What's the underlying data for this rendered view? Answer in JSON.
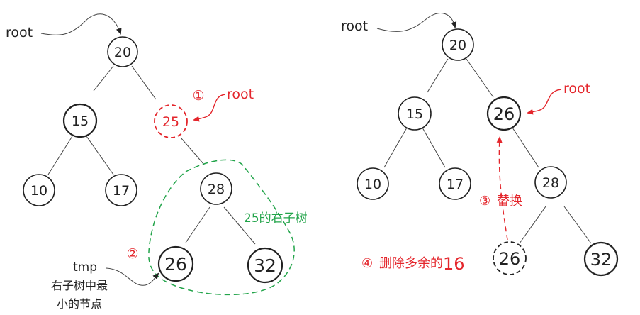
{
  "colors": {
    "red": "#e4262c",
    "green": "#22a44a",
    "dark": "#222222"
  },
  "left_tree": {
    "root_label": "root",
    "nodes": {
      "n20": "20",
      "n15": "15",
      "n25": "25",
      "n10": "10",
      "n17": "17",
      "n28": "28",
      "n26": "26",
      "n32": "32"
    },
    "step1": {
      "marker": "①",
      "label": "root"
    },
    "step2": {
      "marker": "②",
      "label": "tmp",
      "desc_line1": "右子树中最",
      "desc_line2": "小的节点"
    },
    "subtree_label": "25的右子树"
  },
  "right_tree": {
    "root_label": "root",
    "nodes": {
      "n20": "20",
      "n15": "15",
      "n26": "26",
      "n10": "10",
      "n17": "17",
      "n28": "28",
      "n26_old": "26",
      "n32": "32"
    },
    "pointer_label": "root",
    "step3": {
      "marker": "③",
      "label": "替换"
    },
    "step4": {
      "marker": "④",
      "label": "删除多余的",
      "number": "16"
    }
  }
}
